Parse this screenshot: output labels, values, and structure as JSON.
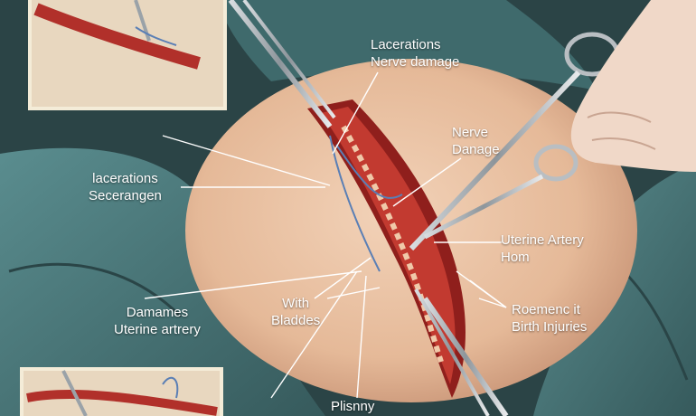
{
  "labels": {
    "top": {
      "line1": "Lacerations",
      "line2": "Nerve damage"
    },
    "nerve": {
      "line1": "Nerve",
      "line2": "Danage"
    },
    "left_mid": {
      "line1": "lacerations",
      "line2": "Secerangen"
    },
    "uterine_right": {
      "line1": "Uterine Artery",
      "line2": "Hom"
    },
    "left_low": {
      "line1": "Damames",
      "line2": "Uterine artrery"
    },
    "with": {
      "line1": "With",
      "line2": "Bladdes"
    },
    "right_low": {
      "line1": "Roemenc it",
      "line2": "Birth Injuries"
    },
    "bottom": {
      "line1": "Plisnny"
    }
  },
  "colors": {
    "background": "#2f4a4c",
    "drape": "#4a7a7d",
    "skin": "#e9c3a5",
    "wound": "#b1302a",
    "label_text": "#ffffff",
    "inset_border": "#f4ecd8"
  }
}
